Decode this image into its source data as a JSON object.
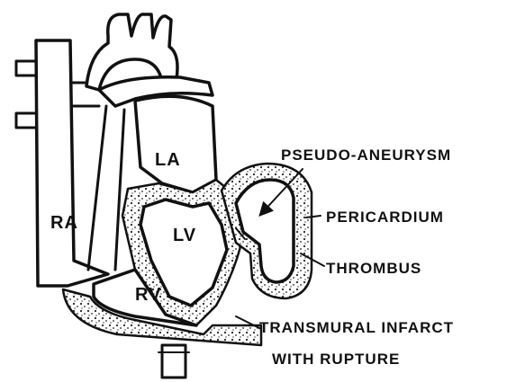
{
  "chambers": {
    "right_atrium": "RA",
    "left_atrium": "LA",
    "left_ventricle": "LV",
    "right_ventricle": "RV"
  },
  "annotations": {
    "pseudo_aneurysm": "PSEUDO-ANEURYSM",
    "pericardium": "PERICARDIUM",
    "thrombus": "THROMBUS",
    "infarct_line1": "TRANSMURAL INFARCT",
    "infarct_line2": "WITH RUPTURE"
  }
}
